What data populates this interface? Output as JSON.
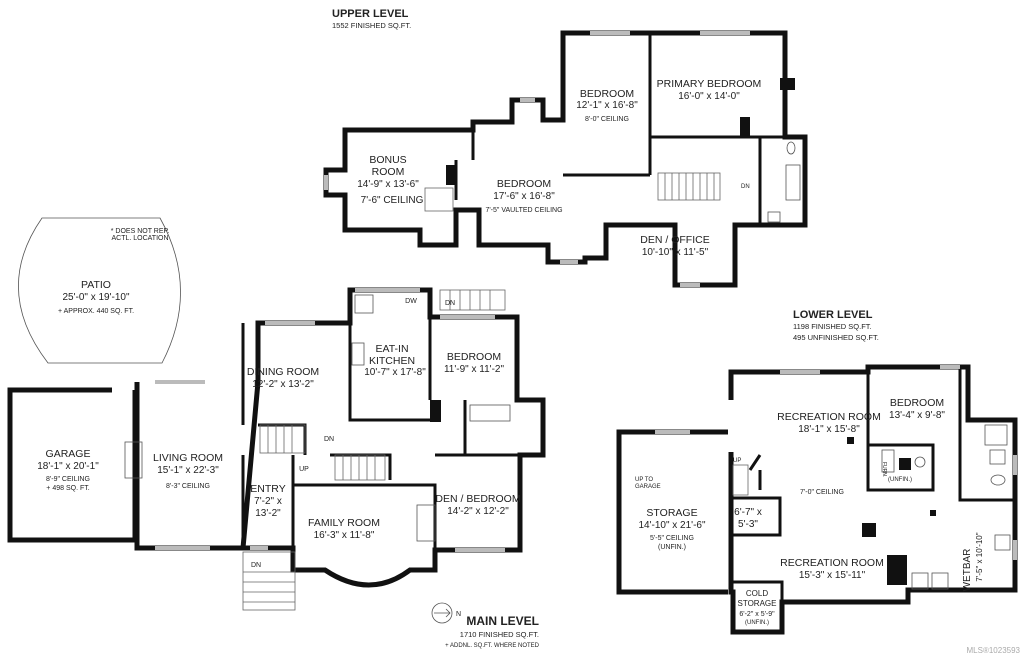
{
  "upper": {
    "title": "UPPER LEVEL",
    "sqft": "1552 FINISHED SQ.FT.",
    "rooms": [
      {
        "name": "BONUS",
        "name2": "ROOM",
        "dims": "14'-9\" x 13'-6\"",
        "note": "7'-6\" CEILING"
      },
      {
        "name": "BEDROOM",
        "dims": "17'-6\" x 16'-8\"",
        "note": "7'-5\" VAULTED CEILING"
      },
      {
        "name": "BEDROOM",
        "dims": "12'-1\" x 16'-8\"",
        "note": "8'-0\" CEILING"
      },
      {
        "name": "PRIMARY BEDROOM",
        "dims": "16'-0\" x 14'-0\""
      },
      {
        "name": "DEN / OFFICE",
        "dims": "10'-10\" x 11'-5\""
      }
    ],
    "stair_label": "DN"
  },
  "patio": {
    "name": "PATIO",
    "dims": "25'-0\" x 19'-10\"",
    "note": "+ APPROX. 440 SQ. FT.",
    "disclaimer1": "* DOES NOT REP.",
    "disclaimer2": "ACTL. LOCATION"
  },
  "main": {
    "title": "MAIN LEVEL",
    "sqft": "1710 FINISHED SQ.FT.",
    "note": "+ ADDNL. SQ.FT. WHERE NOTED",
    "rooms": [
      {
        "name": "GARAGE",
        "dims": "18'-1\" x 20'-1\"",
        "note": "8'-9\" CEILING",
        "note2": "+ 498 SQ. FT."
      },
      {
        "name": "LIVING ROOM",
        "dims": "15'-1\" x 22'-3\"",
        "note": "8'-3\" CEILING"
      },
      {
        "name": "DINING ROOM",
        "dims": "12'-2\" x 13'-2\""
      },
      {
        "name": "EAT-IN",
        "name2": "KITCHEN",
        "dims": "10'-7\" x 17'-8\""
      },
      {
        "name": "BEDROOM",
        "dims": "11'-9\" x 11'-2\""
      },
      {
        "name": "ENTRY",
        "dims": "7'-2\" x",
        "dims2": "13'-2\""
      },
      {
        "name": "FAMILY ROOM",
        "dims": "16'-3\" x 11'-8\""
      },
      {
        "name": "DEN / BEDROOM",
        "dims": "14'-2\" x 12'-2\""
      }
    ],
    "labels": {
      "dn1": "DN",
      "dn2": "DN",
      "dn3": "DN",
      "up": "UP",
      "dw": "DW",
      "compass": "N"
    }
  },
  "lower": {
    "title": "LOWER LEVEL",
    "sqft1": "1198 FINISHED SQ.FT.",
    "sqft2": "495 UNFINISHED SQ.FT.",
    "rooms": [
      {
        "name": "RECREATION ROOM",
        "dims": "18'-1\" x 15'-8\""
      },
      {
        "name": "BEDROOM",
        "dims": "13'-4\" x 9'-8\""
      },
      {
        "name": "STORAGE",
        "dims": "14'-10\" x 21'-6\"",
        "note": "5'-5\" CEILING",
        "note2": "(UNFIN.)"
      },
      {
        "name": "",
        "dims": "6'-7\" x",
        "dims2": "5'-3\""
      },
      {
        "name": "RECREATION ROOM",
        "dims": "15'-3\" x 15'-11\""
      },
      {
        "name": "COLD",
        "name2": "STORAGE",
        "dims": "6'-2\" x 5'-9\"",
        "note": "(UNFIN.)"
      },
      {
        "name": "WETBAR",
        "dims": "7'-5\" x 10'-10\""
      }
    ],
    "ceiling": "7'-0\" CEILING",
    "up_to_garage1": "UP TO",
    "up_to_garage2": "GARAGE",
    "up": "UP",
    "furn": "FURN.",
    "furn_unfin": "(UNFIN.)"
  },
  "watermark": "MLS®1023593"
}
